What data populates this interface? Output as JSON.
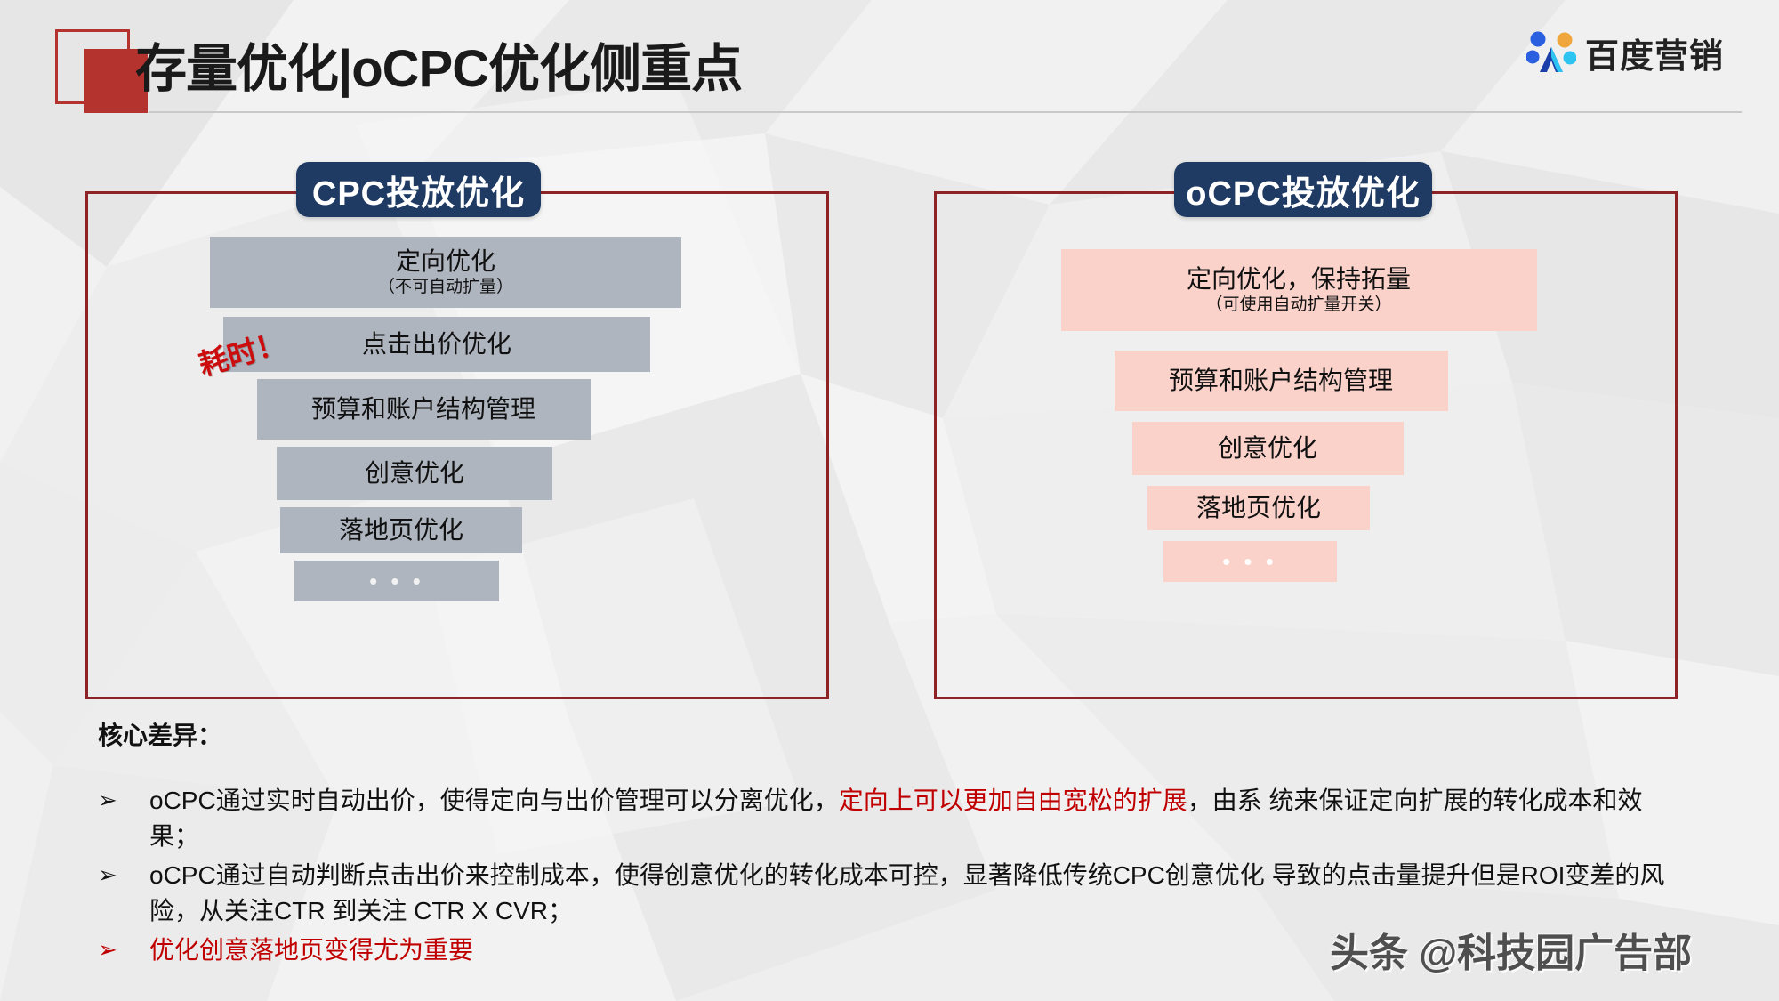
{
  "header": {
    "title": "存量优化|oCPC优化侧重点",
    "logo_text": "百度营销",
    "logo_colors": {
      "blue": "#2a60e0",
      "light_blue": "#2ec4f1",
      "orange": "#f0a63c",
      "dark_blue": "#1b3ea8"
    },
    "accent_red": "#b5332e"
  },
  "panels": {
    "left": {
      "badge": "CPC投放优化",
      "badge_color": "#1f3b63",
      "bar_color": "#aeb5bf",
      "stamp": "耗时！",
      "stamp_color": "#cc0d0d",
      "bars": [
        {
          "main": "定向优化",
          "sub": "（不可自动扩量）"
        },
        {
          "main": "点击出价优化",
          "sub": ""
        },
        {
          "main": "预算和账户结构管理",
          "sub": ""
        },
        {
          "main": "创意优化",
          "sub": ""
        },
        {
          "main": "落地页优化",
          "sub": ""
        },
        {
          "main": "…",
          "sub": ""
        }
      ]
    },
    "right": {
      "badge": "oCPC投放优化",
      "badge_color": "#1f3b63",
      "bar_color": "#fbd2ca",
      "bars": [
        {
          "main": "定向优化，保持拓量",
          "sub": "（可使用自动扩量开关）"
        },
        {
          "main": "预算和账户结构管理",
          "sub": ""
        },
        {
          "main": "创意优化",
          "sub": ""
        },
        {
          "main": "落地页优化",
          "sub": ""
        },
        {
          "main": "…",
          "sub": ""
        }
      ]
    }
  },
  "core": {
    "heading": "核心差异：",
    "bullets": [
      {
        "marker": "➢",
        "red": false,
        "parts": [
          {
            "t": "oCPC通过实时自动出价，使得定向与出价管理可以分离优化，",
            "red": false
          },
          {
            "t": "定向上可以更加自由宽松的扩展",
            "red": true
          },
          {
            "t": "，由系 统来保证定向扩展的转化成本和效果；",
            "red": false
          }
        ]
      },
      {
        "marker": "➢",
        "red": false,
        "parts": [
          {
            "t": "oCPC通过自动判断点击出价来控制成本，使得创意优化的转化成本可控，显著降低传统CPC创意优化 导致的点击量提升但是ROI变差的风险，从关注CTR 到关注 CTR X CVR；",
            "red": false
          }
        ]
      },
      {
        "marker": "➢",
        "red": true,
        "parts": [
          {
            "t": "优化创意落地页变得尤为重要",
            "red": true
          }
        ]
      }
    ]
  },
  "watermark": {
    "text": "头条 @科技园广告部"
  }
}
